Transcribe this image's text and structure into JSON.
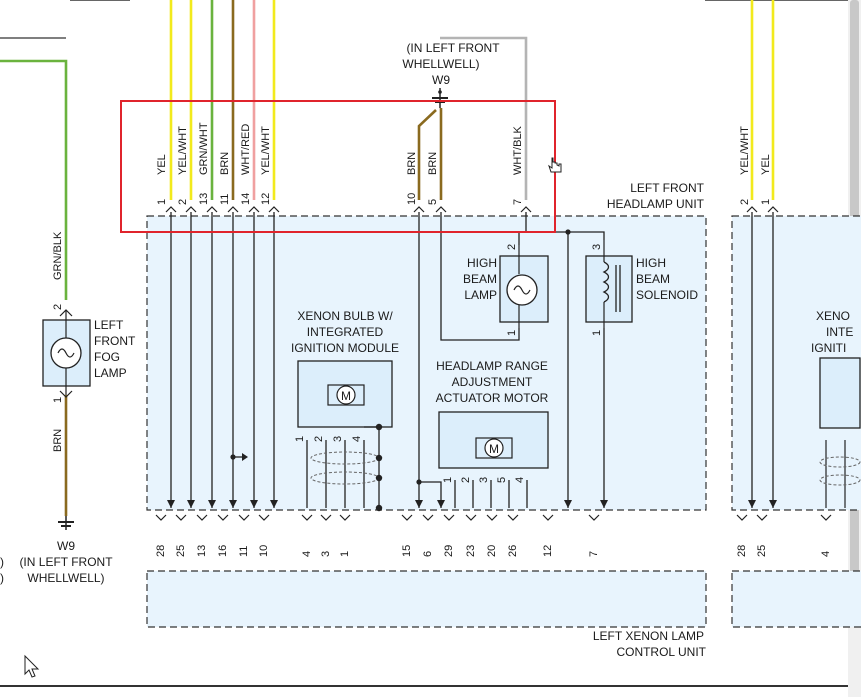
{
  "colors": {
    "yellow": "#f2ea1c",
    "green": "#6ab33e",
    "brown": "#8a6a1f",
    "gray": "#b4b4b4",
    "pink": "#f0a0a0",
    "highlight": "#e0242c",
    "module_fill": "#e8f4fd"
  },
  "labels": {
    "top_ground_loc": "(IN LEFT FRONT",
    "top_ground_loc2": "WHELLWELL)",
    "top_ground_id": "W9",
    "headlamp_unit_1": "LEFT FRONT",
    "headlamp_unit_2": "HEADLAMP UNIT",
    "high_beam_lamp_1": "HIGH",
    "high_beam_lamp_2": "BEAM",
    "high_beam_lamp_3": "LAMP",
    "solenoid_1": "HIGH",
    "solenoid_2": "BEAM",
    "solenoid_3": "SOLENOID",
    "xenon_1": "XENON BULB W/",
    "xenon_2": "INTEGRATED",
    "xenon_3": "IGNITION MODULE",
    "range_1": "HEADLAMP RANGE",
    "range_2": "ADJUSTMENT",
    "range_3": "ACTUATOR MOTOR",
    "fog_1": "LEFT",
    "fog_2": "FRONT",
    "fog_3": "FOG",
    "fog_4": "LAMP",
    "bottom_ground_id": "W9",
    "bottom_ground_loc": "(IN LEFT FRONT",
    "bottom_ground_loc2": "WHELLWELL)",
    "control_unit_1": "LEFT XENON LAMP",
    "control_unit_2": "CONTROL UNIT",
    "motor_symbol": "M",
    "right_xeno": "XENO",
    "right_inte": "INTE",
    "right_igniti": "IGNITI",
    "left_paren": ")"
  },
  "wires": [
    {
      "color_code": "YEL",
      "pin": "1"
    },
    {
      "color_code": "YEL/WHT",
      "pin": "2"
    },
    {
      "color_code": "GRN/WHT",
      "pin": "13"
    },
    {
      "color_code": "BRN",
      "pin": "11"
    },
    {
      "color_code": "WHT/RED",
      "pin": "14"
    },
    {
      "color_code": "YEL/WHT",
      "pin": "12"
    },
    {
      "color_code": "BRN",
      "pin": "10"
    },
    {
      "color_code": "BRN",
      "pin": "5"
    },
    {
      "color_code": "WHT/BLK",
      "pin": "7"
    }
  ],
  "fog_wires": {
    "top_color": "GRN/BLK",
    "top_pin": "2",
    "bottom_pin": "1",
    "bottom_color": "BRN"
  },
  "right_wires": [
    {
      "color_code": "YEL/WHT",
      "pin": "2"
    },
    {
      "color_code": "YEL",
      "pin": "1"
    }
  ],
  "component_pins": {
    "high_beam_top": "2",
    "high_beam_bottom": "1",
    "solenoid_top": "3",
    "solenoid_bottom": "1",
    "xenon_pins": [
      "1",
      "2",
      "3",
      "4"
    ],
    "motor_pins": [
      "1",
      "2",
      "3",
      "5",
      "4"
    ]
  },
  "control_pins": [
    "28",
    "25",
    "13",
    "16",
    "11",
    "10",
    "4",
    "3",
    "1",
    "15",
    "6",
    "29",
    "23",
    "20",
    "26",
    "12",
    "7"
  ],
  "right_control_pins": [
    "28",
    "25",
    "4"
  ]
}
